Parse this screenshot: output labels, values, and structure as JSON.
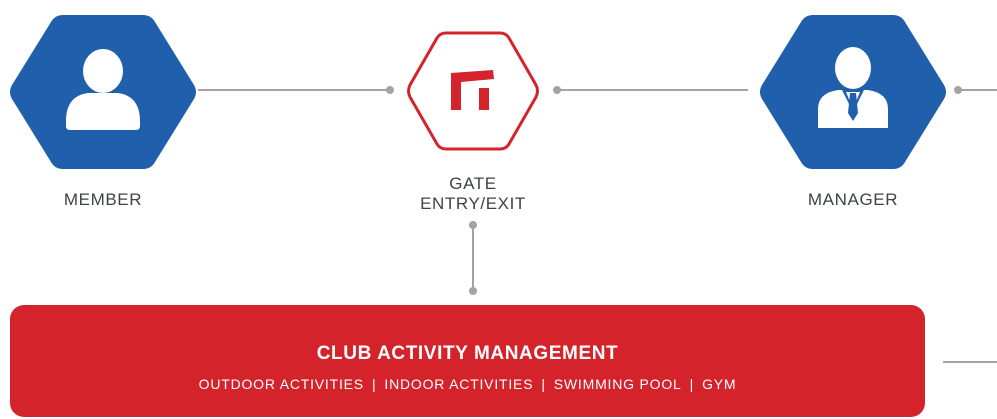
{
  "colors": {
    "blue_hex": "#1f5fac",
    "red": "#d4232a",
    "line": "#a3a3a3",
    "text": "#3f4246",
    "white": "#ffffff"
  },
  "nodes": {
    "member": {
      "label": "MEMBER",
      "icon": "person-icon"
    },
    "gate": {
      "label_line1": "GATE",
      "label_line2": "ENTRY/EXIT",
      "icon": "gate-logo-icon"
    },
    "manager": {
      "label": "MANAGER",
      "icon": "businessman-icon"
    }
  },
  "club": {
    "title": "CLUB ACTIVITY MANAGEMENT",
    "items": [
      "OUTDOOR ACTIVITIES",
      "INDOOR ACTIVITIES",
      "SWIMMING POOL",
      "GYM"
    ],
    "separator": "|"
  }
}
